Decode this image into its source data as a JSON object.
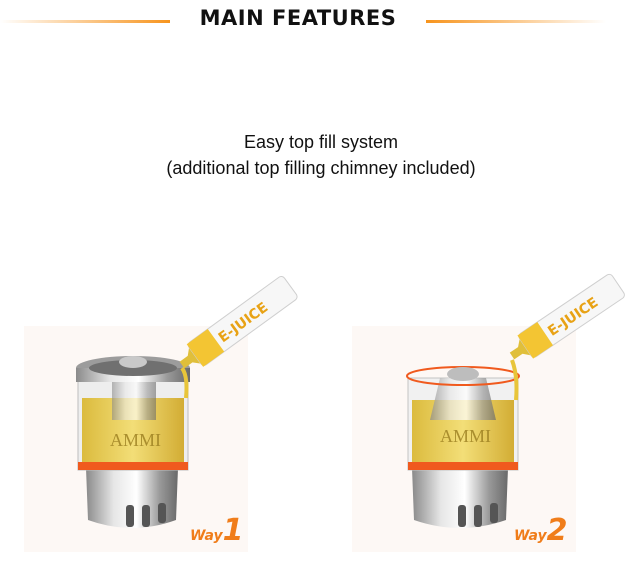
{
  "header": {
    "title": "MAIN FEATURES"
  },
  "caption": {
    "line1": "Easy top fill system",
    "line2": "(additional top filling chimney included)"
  },
  "figures": [
    {
      "bottle_label": "E-JUICE",
      "tank_logo": "AMMI",
      "way_word": "Way",
      "way_number": "1"
    },
    {
      "bottle_label": "E-JUICE",
      "tank_logo": "AMMI",
      "way_word": "Way",
      "way_number": "2"
    }
  ],
  "colors": {
    "accent": "#f7941d",
    "juice": "#e8c53a",
    "ring": "#f05a1e",
    "panel_bg": "#fdf8f5"
  }
}
